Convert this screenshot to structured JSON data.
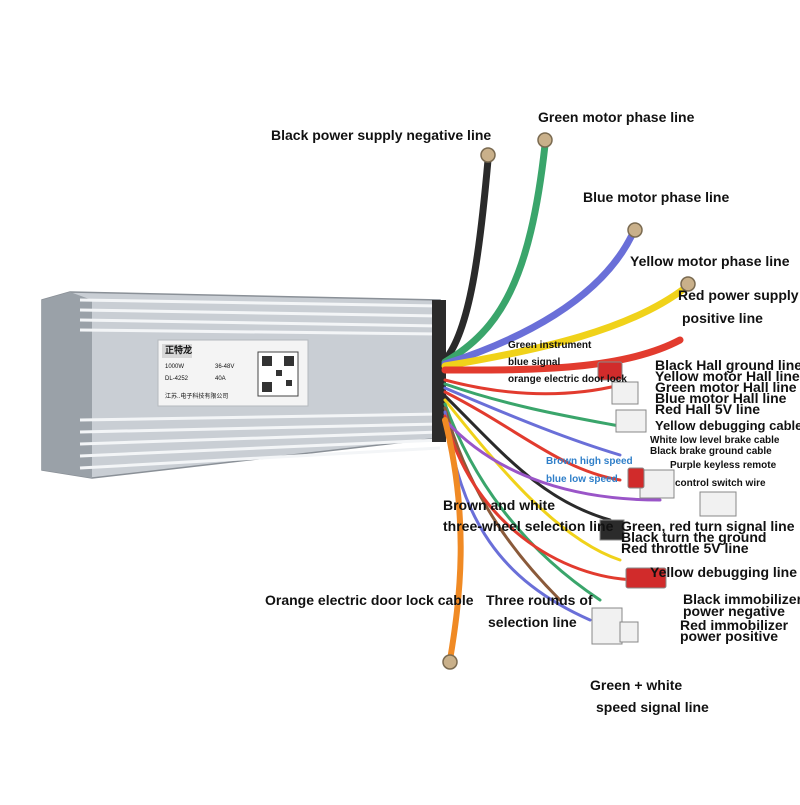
{
  "product": {
    "brand_label": "正特龙",
    "label_lines": [
      "1000W",
      "36-48V",
      "DL-4252",
      "40A",
      "江苏..电子科技有限公司"
    ]
  },
  "callouts": {
    "black_negative": "Black power supply negative line",
    "green_phase": "Green motor phase line",
    "blue_phase": "Blue motor phase line",
    "yellow_phase": "Yellow motor phase line",
    "red_positive_1": "Red power supply",
    "red_positive_2": "positive line",
    "green_instrument": "Green instrument",
    "blue_signal": "blue signal",
    "orange_door_lock": "orange electric door lock",
    "black_hall_ground": "Black Hall ground line",
    "yellow_hall": "Yellow motor Hall line",
    "green_hall": "Green motor Hall line",
    "blue_hall": "Blue motor Hall line",
    "red_hall_5v": "Red Hall 5V line",
    "yellow_debug": "Yellow debugging cable",
    "white_brake": "White low level brake cable",
    "black_brake_ground": "Black brake ground cable",
    "brown_high_speed": "Brown high speed",
    "blue_low_speed": "blue low speed",
    "purple_keyless_1": "Purple keyless remote",
    "purple_keyless_2": "control switch wire",
    "brown_white_1": "Brown and white",
    "brown_white_2": "three-wheel selection line",
    "turn_signal": "Green, red turn signal line",
    "black_turn_ground": "Black turn the ground",
    "red_throttle": "Red throttle 5V line",
    "yellow_debug_line": "Yellow debugging line",
    "orange_door_cable": "Orange electric door lock cable",
    "three_rounds_1": "Three rounds of",
    "three_rounds_2": "selection line",
    "black_immobilizer_1": "Black immobilizer",
    "black_immobilizer_2": "power negative",
    "red_immobilizer_1": "Red immobilizer",
    "red_immobilizer_2": "power positive",
    "green_white_1": "Green + white",
    "green_white_2": "speed signal line"
  },
  "colors": {
    "body": "#cfd3d8",
    "fin": "#e9ecef",
    "black_wire": "#2a2a2a",
    "green_wire": "#3aa56b",
    "blue_wire": "#6a6fd8",
    "yellow_wire": "#f0d21a",
    "red_wire": "#e23b2e",
    "orange_wire": "#f08a24",
    "highlight_blue": "#2f7fc9"
  }
}
